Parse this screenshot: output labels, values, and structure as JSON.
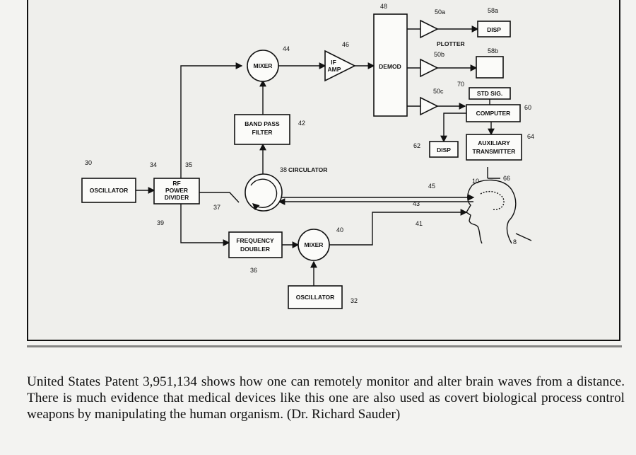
{
  "blocks": {
    "disp_top": "DISP",
    "plotter": "PLOTTER",
    "std_sig": "STD SIG.",
    "computer": "COMPUTER",
    "disp_bottom": "DISP",
    "aux_line1": "AUXILIARY",
    "aux_line2": "TRANSMITTER",
    "demod": "DEMOD",
    "if_amp_line1": "IF",
    "if_amp_line2": "AMP",
    "mixer_top": "MIXER",
    "band_pass_line1": "BAND PASS",
    "band_pass_line2": "FILTER",
    "circulator": "CIRCULATOR",
    "oscillator_left": "OSCILLATOR",
    "rf_line1": "RF",
    "rf_line2": "POWER",
    "rf_line3": "DIVIDER",
    "freq_line1": "FREQUENCY",
    "freq_line2": "DOUBLER",
    "mixer_bottom": "MIXER",
    "oscillator_bottom": "OSCILLATOR"
  },
  "refs": {
    "r58a": "58a",
    "r50a": "50a",
    "r48": "48",
    "r58b": "58b",
    "r50b": "50b",
    "r46": "46",
    "r44": "44",
    "r70": "70",
    "r50c": "50c",
    "r60": "60",
    "r42": "42",
    "r62": "62",
    "r64": "64",
    "r38": "38",
    "r66": "66",
    "r30": "30",
    "r34": "34",
    "r35": "35",
    "r37": "37",
    "r45": "45",
    "r10": "10",
    "r43": "43",
    "r41": "41",
    "r39": "39",
    "r40": "40",
    "r8": "8",
    "r36": "36",
    "r32": "32"
  },
  "caption": "United States Patent 3,951,134 shows how one can remotely monitor and alter brain waves from a distance. There is much evidence that medical devices like this one are also used as covert biological process control weapons by manipulating the human organism. (Dr. Richard Sauder)"
}
